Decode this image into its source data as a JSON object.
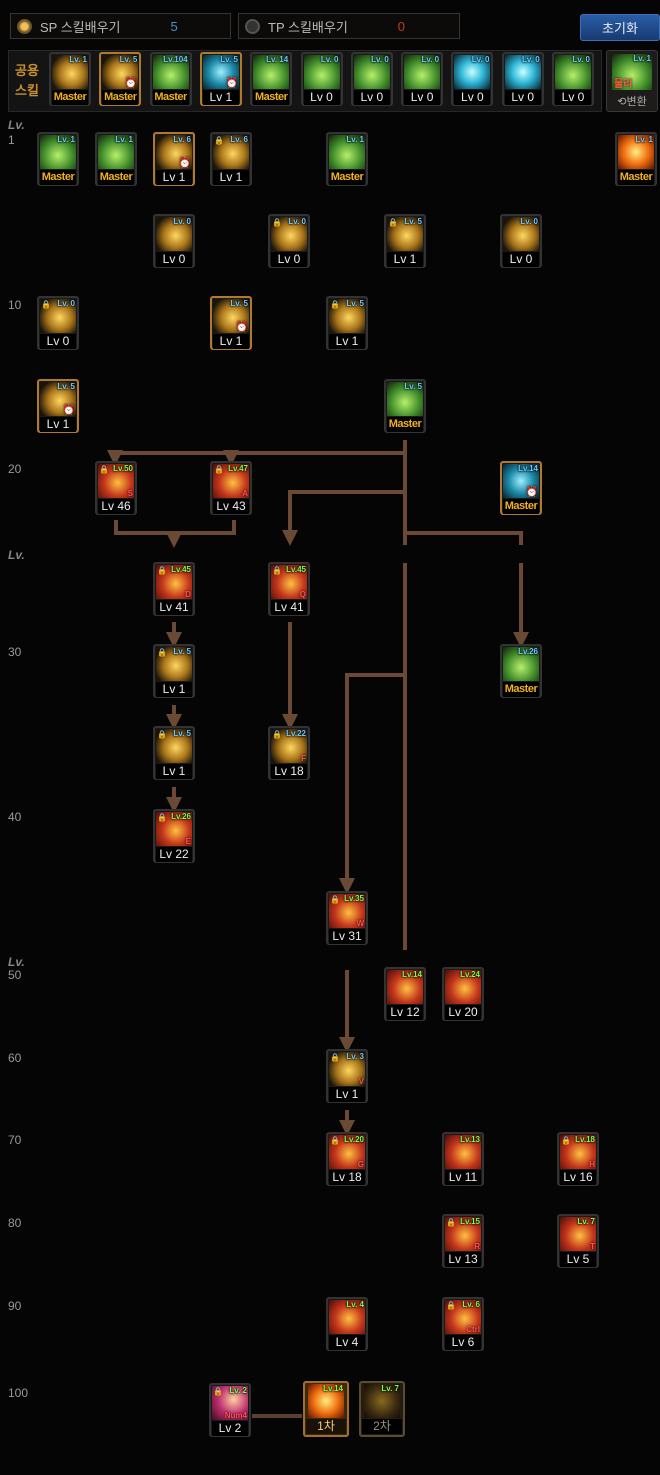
{
  "sp": {
    "label": "SP 스킬배우기",
    "value": "5",
    "color": "#4a90d0"
  },
  "tp": {
    "label": "TP 스킬배우기",
    "value": "0",
    "color": "#c83a1a"
  },
  "reset_label": "초기화",
  "common": {
    "label_line1": "공용",
    "label_line2": "스킬",
    "skills": [
      {
        "badge": "Lv. 1",
        "label": "Master",
        "theme": "gold"
      },
      {
        "badge": "Lv. 5",
        "label": "Master",
        "theme": "gold",
        "framed": true
      },
      {
        "badge": "Lv.104",
        "label": "Master",
        "theme": "green"
      },
      {
        "badge": "Lv. 5",
        "label": "Lv 1",
        "theme": "blue",
        "framed": true
      },
      {
        "badge": "Lv. 14",
        "label": "Master",
        "theme": "green"
      },
      {
        "badge": "Lv. 0",
        "label": "Lv 0",
        "theme": "green"
      },
      {
        "badge": "Lv. 0",
        "label": "Lv 0",
        "theme": "green"
      },
      {
        "badge": "Lv. 0",
        "label": "Lv 0",
        "theme": "green"
      },
      {
        "badge": "Lv. 0",
        "label": "Lv 0",
        "theme": "cyan"
      },
      {
        "badge": "Lv. 0",
        "label": "Lv 0",
        "theme": "cyan"
      },
      {
        "badge": "Lv. 0",
        "label": "Lv 0",
        "theme": "green"
      }
    ],
    "switch": {
      "badge": "Lv. 1",
      "tag": "물리",
      "label": "변환"
    }
  },
  "level_markers": [
    "Lv.",
    "1",
    "10",
    "20",
    "Lv.",
    "30",
    "40",
    "Lv.",
    "50",
    "60",
    "70",
    "80",
    "90",
    "100"
  ],
  "skills": [
    {
      "badge": "Lv. 1",
      "label": "Master",
      "theme": "green"
    },
    {
      "badge": "Lv. 1",
      "label": "Master",
      "theme": "green"
    },
    {
      "badge": "Lv. 6",
      "label": "Lv 1",
      "theme": "gold",
      "framed": true
    },
    {
      "badge": "Lv. 6",
      "label": "Lv 1",
      "theme": "gold",
      "lock": true
    },
    {
      "badge": "Lv. 1",
      "label": "Master",
      "theme": "green"
    },
    {
      "badge": "Lv. 1",
      "label": "Master",
      "theme": "fire"
    },
    {
      "badge": "Lv. 0",
      "label": "Lv 0",
      "theme": "gold"
    },
    {
      "badge": "Lv. 0",
      "label": "Lv 0",
      "theme": "gold",
      "lock": true
    },
    {
      "badge": "Lv. 5",
      "label": "Lv 1",
      "theme": "gold",
      "lock": true
    },
    {
      "badge": "Lv. 0",
      "label": "Lv 0",
      "theme": "gold"
    },
    {
      "badge": "Lv. 0",
      "label": "Lv 0",
      "theme": "gold",
      "lock": true
    },
    {
      "badge": "Lv. 5",
      "label": "Lv 1",
      "theme": "gold",
      "framed": true
    },
    {
      "badge": "Lv. 5",
      "label": "Lv 1",
      "theme": "gold",
      "lock": true
    },
    {
      "badge": "Lv. 5",
      "label": "Lv 1",
      "theme": "gold",
      "framed": true
    },
    {
      "badge": "Lv. 5",
      "label": "Master",
      "theme": "green"
    },
    {
      "badge": "Lv.50",
      "label": "Lv 46",
      "theme": "red",
      "lock": true,
      "hotkey": "S",
      "green": true
    },
    {
      "badge": "Lv.47",
      "label": "Lv 43",
      "theme": "red",
      "lock": true,
      "hotkey": "A",
      "green": true
    },
    {
      "badge": "Lv.14",
      "label": "Master",
      "theme": "blue",
      "framed": true
    },
    {
      "badge": "Lv.45",
      "label": "Lv 41",
      "theme": "red",
      "lock": true,
      "hotkey": "D",
      "green": true
    },
    {
      "badge": "Lv.45",
      "label": "Lv 41",
      "theme": "red",
      "lock": true,
      "hotkey": "Q",
      "green": true
    },
    {
      "badge": "Lv. 5",
      "label": "Lv 1",
      "theme": "gold",
      "lock": true
    },
    {
      "badge": "Lv.26",
      "label": "Master",
      "theme": "green"
    },
    {
      "badge": "Lv. 5",
      "label": "Lv 1",
      "theme": "gold",
      "lock": true
    },
    {
      "badge": "Lv.22",
      "label": "Lv 18",
      "theme": "gold",
      "lock": true,
      "hotkey": "F"
    },
    {
      "badge": "Lv.26",
      "label": "Lv 22",
      "theme": "red",
      "lock": true,
      "hotkey": "E",
      "green": true
    },
    {
      "badge": "Lv.35",
      "label": "Lv 31",
      "theme": "red",
      "lock": true,
      "hotkey": "W",
      "green": true
    },
    {
      "badge": "Lv.14",
      "label": "Lv 12",
      "theme": "red",
      "green": true
    },
    {
      "badge": "Lv.24",
      "label": "Lv 20",
      "theme": "red",
      "green": true
    },
    {
      "badge": "Lv. 3",
      "label": "Lv 1",
      "theme": "gold",
      "lock": true,
      "hotkey": "V"
    },
    {
      "badge": "Lv.20",
      "label": "Lv 18",
      "theme": "red",
      "lock": true,
      "hotkey": "G",
      "green": true
    },
    {
      "badge": "Lv.13",
      "label": "Lv 11",
      "theme": "red",
      "green": true
    },
    {
      "badge": "Lv.18",
      "label": "Lv 16",
      "theme": "red",
      "lock": true,
      "hotkey": "H",
      "green": true
    },
    {
      "badge": "Lv.15",
      "label": "Lv 13",
      "theme": "red",
      "lock": true,
      "hotkey": "R",
      "green": true
    },
    {
      "badge": "Lv. 7",
      "label": "Lv 5",
      "theme": "red",
      "hotkey": "T",
      "green": true
    },
    {
      "badge": "Lv. 4",
      "label": "Lv 4",
      "theme": "red",
      "green": true
    },
    {
      "badge": "Lv. 6",
      "label": "Lv 6",
      "theme": "red",
      "lock": true,
      "hotkey": "Ctrl",
      "green": true
    },
    {
      "badge": "Lv. 2",
      "label": "Lv 2",
      "theme": "pink",
      "lock": true,
      "hotkey": "Num4",
      "green": true
    },
    {
      "badge": "Lv.14",
      "label": "1차",
      "theme": "fire",
      "green": true,
      "awk": "awk1"
    },
    {
      "badge": "Lv. 7",
      "label": "2차",
      "theme": "dim",
      "green": true,
      "awk": "awk2"
    }
  ]
}
